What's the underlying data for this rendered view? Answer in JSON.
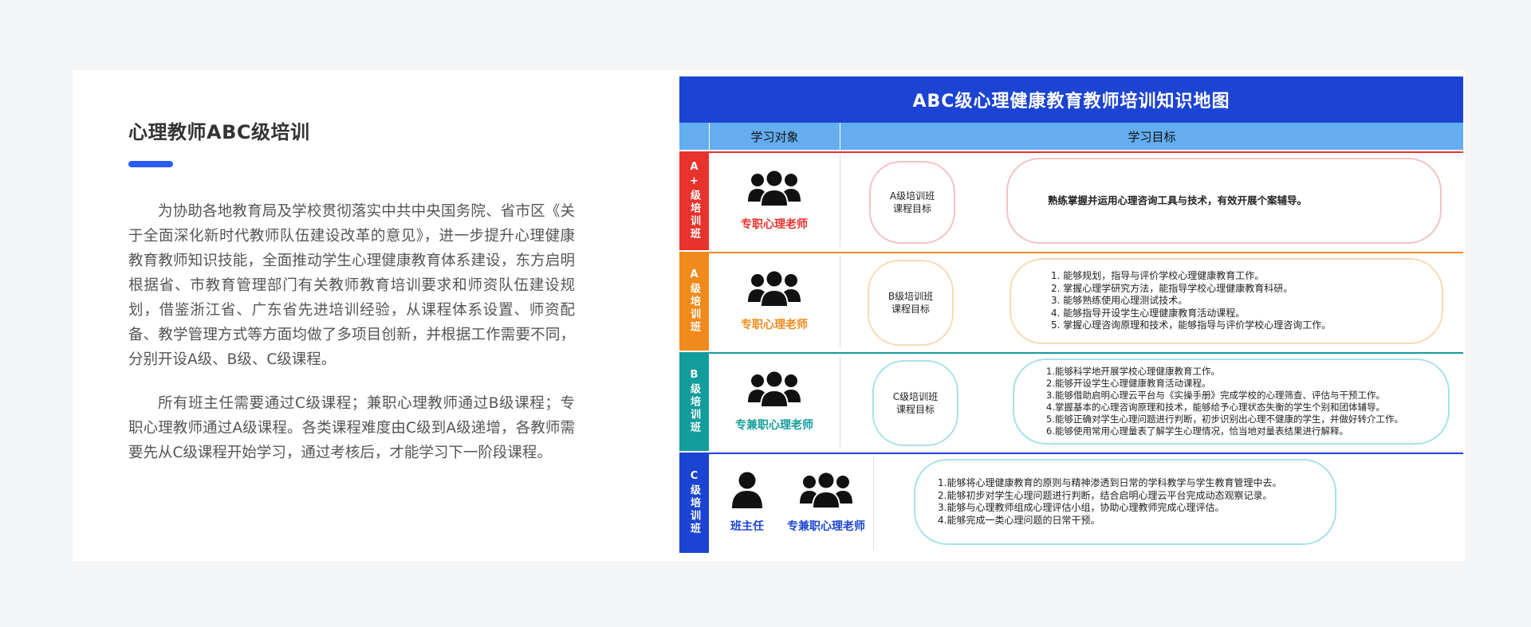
{
  "left": {
    "title": "心理教师ABC级培训",
    "paragraph1": "为协助各地教育局及学校贯彻落实中共中央国务院、省市区《关于全面深化新时代教师队伍建设改革的意见》，进一步提升心理健康教育教师知识技能，全面推动学生心理健康教育体系建设，东方启明根据省、市教育管理部门有关教师教育培训要求和师资队伍建设规划，借鉴浙江省、广东省先进培训经验，从课程体系设置、师资配备、教学管理方式等方面均做了多项目创新，并根据工作需要不同，分别开设A级、B级、C级课程。",
    "paragraph2": "所有班主任需要通过C级课程；兼职心理教师通过B级课程；专职心理教师通过A级课程。各类课程难度由C级到A级递增，各教师需要先从C级课程开始学习，通过考核后，才能学习下一阶段课程。"
  },
  "map": {
    "title": "ABC级心理健康教育教师培训知识地图",
    "col_audience": "学习对象",
    "col_goal": "学习目标",
    "rows": [
      {
        "level": "A+级培训班",
        "color": "#e8322c",
        "audience": "专职心理老师",
        "goal": "A级培训班\n课程目标",
        "items": [
          "熟练掌握并运用心理咨询工具与技术，有效开展个案辅导。"
        ]
      },
      {
        "level": "A级培训班",
        "color": "#f08a1c",
        "audience": "专职心理老师",
        "goal": "B级培训班\n课程目标",
        "items": [
          "1. 能够规划，指导与评价学校心理健康教育工作。",
          "2. 掌握心理学研究方法，能指导学校心理健康教育科研。",
          "3. 能够熟练使用心理测试技术。",
          "4. 能够指导开设学生心理健康教育活动课程。",
          "5. 掌握心理咨询原理和技术，能够指导与评价学校心理咨询工作。"
        ]
      },
      {
        "level": "B级培训班",
        "color": "#139c9c",
        "audience": "专兼职心理老师",
        "goal": "C级培训班\n课程目标",
        "items": [
          "1.能够科学地开展学校心理健康教育工作。",
          "2.能够开设学生心理健康教育活动课程。",
          "3.能够借助启明心理云平台与《实操手册》完成学校的心理筛查、评估与干预工作。",
          "4.掌握基本的心理咨询原理和技术，能够给予心理状态失衡的学生个别和团体辅导。",
          "5.能够正确对学生心理问题进行判断，初步识别出心理不健康的学生，并做好转介工作。",
          "6.能够使用常用心理量表了解学生心理情况，恰当地对量表结果进行解释。"
        ]
      },
      {
        "level": "C级培训班",
        "color": "#1c44d2",
        "audience_a": "班主任",
        "audience_b": "专兼职心理老师",
        "items": [
          "1.能够将心理健康教育的原则与精神渗透到日常的学科教学与学生教育管理中去。",
          "2.能够初步对学生心理问题进行判断，结合启明心理云平台完成动态观察记录。",
          "3.能够与心理教师组成心理评估小组，协助心理教师完成心理评估。",
          "4.能够完成一类心理问题的日常干预。"
        ]
      }
    ],
    "colors": {
      "header_bg": "#1c44d2",
      "col_head_bg": "#64aef0",
      "pill_a": "#f2c2c8",
      "pill_b": "#f6dbb4",
      "pill_c": "#a7e2e6",
      "accent": "#2a5cf5"
    },
    "icons": [
      "people-group-icon",
      "person-icon"
    ]
  }
}
